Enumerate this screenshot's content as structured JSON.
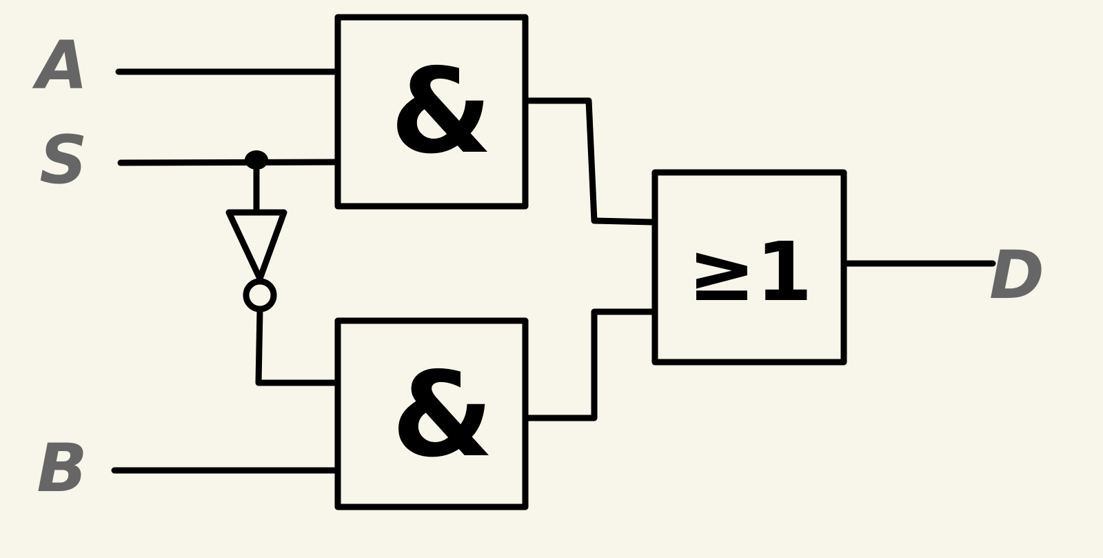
{
  "colors": {
    "background": "#f8f6ea",
    "stroke": "#000000",
    "io_label": "#666666"
  },
  "inputs": {
    "a": "A",
    "s": "S",
    "b": "B"
  },
  "output": {
    "d": "D"
  },
  "gates": {
    "and_top": "&",
    "and_bottom": "&",
    "or": "≥1"
  },
  "icons": {
    "inverter": "not-gate-icon",
    "junction": "junction-dot-icon"
  }
}
